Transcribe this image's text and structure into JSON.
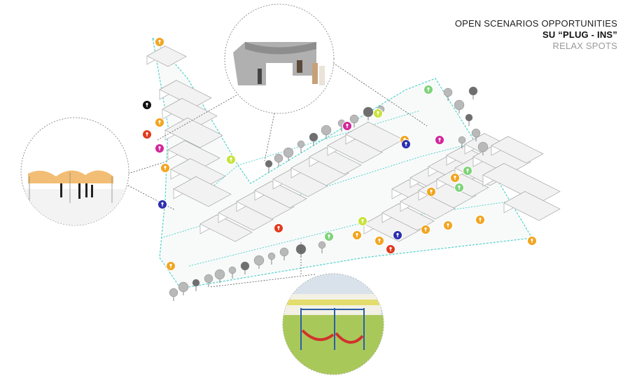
{
  "header": {
    "title": "OPEN SCENARIOS OPPORTUNITIES",
    "subtitle": "SU “PLUG - INS”",
    "caption": "RELAX SPOTS"
  },
  "colors": {
    "boundary": "#4fd2c8",
    "orange": "#f2a51f",
    "navy": "#2c2fae",
    "magenta": "#d2279a",
    "red": "#e23a1e",
    "lime": "#c8e23c",
    "green": "#7fd37a",
    "black": "#111111",
    "canopy": "#f1b766",
    "grass": "#a9c85a",
    "hammock": "#d1332c"
  },
  "icons": [
    {
      "kind": "orange",
      "label": "person-icon"
    },
    {
      "kind": "black",
      "label": "benches-icon"
    },
    {
      "kind": "navy",
      "label": "person-icon"
    },
    {
      "kind": "magenta",
      "label": "water-icon"
    },
    {
      "kind": "red",
      "label": "shade-icon"
    },
    {
      "kind": "lime",
      "label": "game-icon"
    },
    {
      "kind": "green",
      "label": "playground-icon"
    }
  ]
}
